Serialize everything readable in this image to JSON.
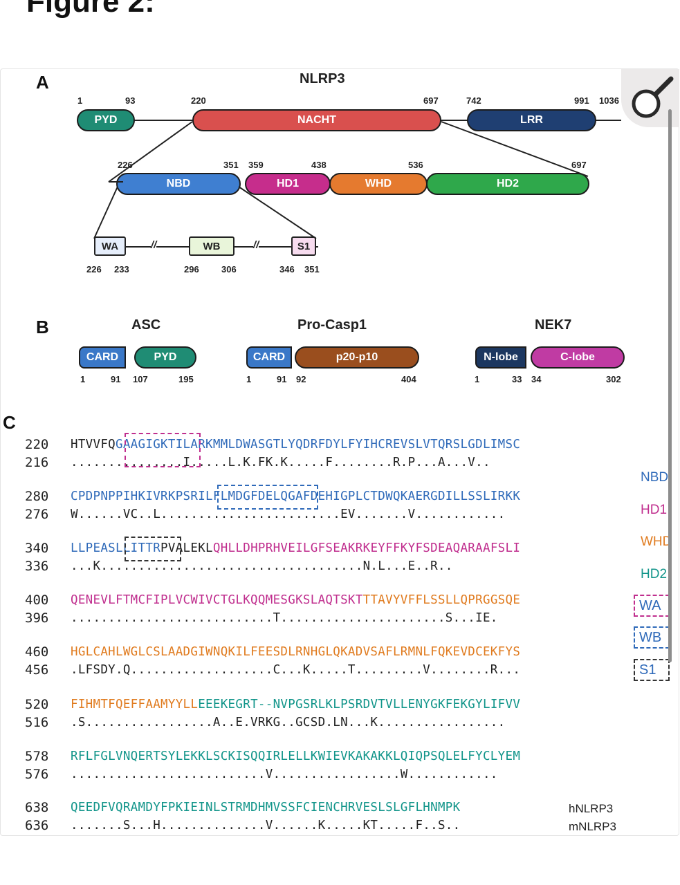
{
  "figure_title": "Figure 2:",
  "panels": {
    "a": {
      "letter": "A",
      "protein": "NLRP3",
      "numbers": {
        "n1": "1",
        "n93": "93",
        "n220": "220",
        "n697": "697",
        "n742": "742",
        "n991": "991",
        "n1036": "1036",
        "n226": "226",
        "n351": "351",
        "n359": "359",
        "n438": "438",
        "n536": "536",
        "n697b": "697",
        "wa1": "226",
        "wa2": "233",
        "wb1": "296",
        "wb2": "306",
        "s1a": "346",
        "s1b": "351"
      },
      "domains": {
        "pyd": "PYD",
        "nacht": "NACHT",
        "lrr": "LRR",
        "nbd": "NBD",
        "hd1": "HD1",
        "whd": "WHD",
        "hd2": "HD2",
        "wa": "WA",
        "wb": "WB",
        "s1": "S1"
      },
      "break_mark": "//"
    },
    "b": {
      "letter": "B",
      "asc": {
        "name": "ASC",
        "d1": "CARD",
        "d2": "PYD",
        "n1": "1",
        "n2": "91",
        "n3": "107",
        "n4": "195"
      },
      "casp": {
        "name": "Pro-Casp1",
        "d1": "CARD",
        "d2": "p20-p10",
        "n1": "1",
        "n2": "91",
        "n3": "92",
        "n4": "404"
      },
      "nek7": {
        "name": "NEK7",
        "d1": "N-lobe",
        "d2": "C-lobe",
        "n1": "1",
        "n2": "33",
        "n3": "34",
        "n4": "302"
      }
    },
    "c": {
      "letter": "C",
      "rows": [
        {
          "h": "220",
          "m": "216",
          "hs": [
            [
              "d",
              "HTVVFQ"
            ],
            [
              "b",
              "GAAGIGKTILARKMMLDWASGTLYQDRFDYLFYIHCREVSLVTQRSLGDLIMSC"
            ]
          ],
          "ms": "...............I.....L.K.FK.K.....F........R.P...A...V.."
        },
        {
          "h": "280",
          "m": "276",
          "hs": [
            [
              "b",
              "CPDPNPPIHKIVRKPSRILFLMDGFDELQGAFDEHIGPLCTDWQKAERGDILLSSLIRKK"
            ]
          ],
          "ms": "W......VC..L........................EV.......V............"
        },
        {
          "h": "340",
          "m": "336",
          "hs": [
            [
              "b",
              "LLPEASLLITTR"
            ],
            [
              "d",
              "PVALEKL"
            ],
            [
              "p",
              "QHLLDHPRHVEILGFSEAKRKEYFFKYFSDEAQARAAFSLI"
            ]
          ],
          "ms": "...K...................................N.L...E..R.."
        },
        {
          "h": "400",
          "m": "396",
          "hs": [
            [
              "p",
              "QENEVLFTMCFIPLVCWIVCTGLKQQMESGKSLAQTSKT"
            ],
            [
              "o",
              "TTAVYVFFLSSLLQPRGGSQE"
            ]
          ],
          "ms": "...........................T......................S...IE."
        },
        {
          "h": "460",
          "m": "456",
          "hs": [
            [
              "o",
              "HGLCAHLWGLCSLAADGIWNQKILFEESDLRNHGLQKADVSAFLRMNLFQKEVDCEKFYS"
            ]
          ],
          "ms": ".LFSDY.Q...................C...K.....T.........V........R..."
        },
        {
          "h": "520",
          "m": "516",
          "hs": [
            [
              "o",
              "FIHMTFQEFFAAMYYLL"
            ],
            [
              "t",
              "EEEKEGRT--NVPGSRLKLPSRDVTVLLENYGKFEKGYLIFVV"
            ]
          ],
          "ms": ".S.................A..E.VRKG..GCSD.LN...K................."
        },
        {
          "h": "578",
          "m": "576",
          "hs": [
            [
              "t",
              "RFLFGLVNQERTSYLEKKLSCKISQQIRLELLKWIEVKAKAKKLQIQPSQLELFYCLYEM"
            ]
          ],
          "ms": "..........................V.................W............"
        },
        {
          "h": "638",
          "m": "636",
          "hs": [
            [
              "t",
              "QEEDFVQRAMDYFPKIEINLSTRMDHMVSSFCIENCHRVESLSLGFLHNMPK"
            ]
          ],
          "ms": ".......S...H..............V......K.....KT.....F..S.."
        }
      ],
      "legend": {
        "nbd": "NBD",
        "hd1": "HD1",
        "whd": "WHD",
        "hd2": "HD2",
        "wa": "WA",
        "wb": "WB",
        "s1": "S1"
      },
      "species": {
        "human": "hNLRP3",
        "mouse": "mNLRP3"
      }
    }
  },
  "colors": {
    "pyd": "#1f8c74",
    "nacht": "#d9504e",
    "lrr": "#1f3f72",
    "nbd": "#3f7fd1",
    "hd1": "#c62d8c",
    "whd": "#e57a2f",
    "hd2": "#2fa84b",
    "p20": "#9a4e1e",
    "nlobe": "#1c3760",
    "clobe": "#c03ba3",
    "card": "#3a78c8",
    "seq_blue": "#2f6ab9",
    "seq_pink": "#c02e8e",
    "seq_orange": "#e07b1f",
    "seq_teal": "#12958a"
  },
  "icons": {
    "zoom": "magnifier-icon"
  }
}
